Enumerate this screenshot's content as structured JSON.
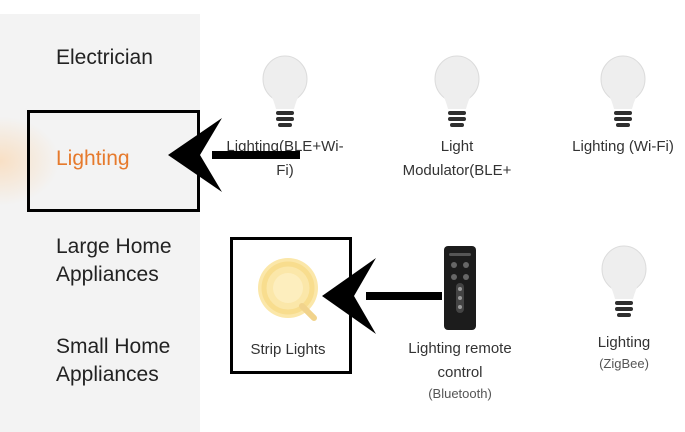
{
  "sidebar": {
    "categories": [
      {
        "label": "Electrician"
      },
      {
        "label": "Lighting",
        "active": true
      },
      {
        "label": "Large Home\nAppliances"
      },
      {
        "label": "Small Home\nAppliances"
      }
    ]
  },
  "products": [
    {
      "label": "Lighting(BLE+Wi-\nFi)",
      "icon": "bulb-icon"
    },
    {
      "label": "Light\nModulator(BLE+",
      "icon": "bulb-icon"
    },
    {
      "label": "Lighting (Wi-Fi)",
      "icon": "bulb-icon"
    },
    {
      "label": "Strip Lights",
      "icon": "strip-light-icon"
    },
    {
      "label": "Lighting remote\ncontrol",
      "sublabel": "(Bluetooth)",
      "icon": "remote-control-icon"
    },
    {
      "label": "Lighting",
      "sublabel": "(ZigBee)",
      "icon": "bulb-icon"
    }
  ],
  "colors": {
    "active": "#e67a2c",
    "bulb": "#efefef",
    "sidebar_bg": "#f3f3f3",
    "annotation": "#000000"
  }
}
